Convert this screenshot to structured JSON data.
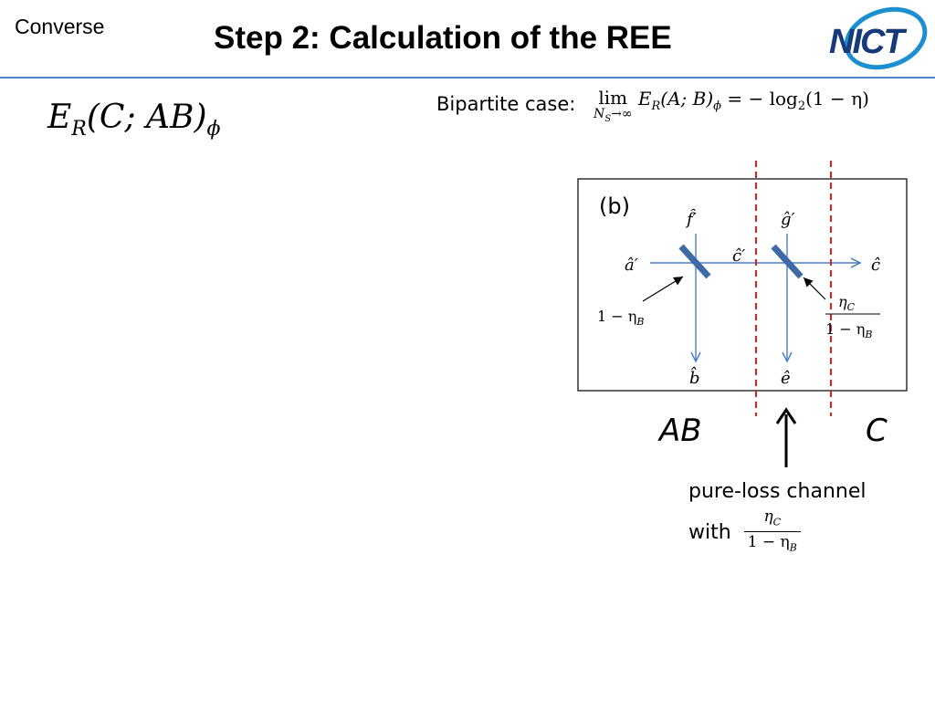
{
  "header": {
    "corner_label": "Converse",
    "title": "Step 2: Calculation of the REE",
    "logo_text": "NICT"
  },
  "main": {
    "lhs": {
      "E": "E",
      "sub": "R",
      "args": "(C; AB)",
      "state": "ϕ"
    },
    "bipartite": {
      "label": "Bipartite case:",
      "lim": "lim",
      "lim_sub": "N",
      "lim_sub2": "S",
      "lim_sub3": "→∞",
      "E": "E",
      "E_sub": "R",
      "args": "(A; B)",
      "state": "ϕ",
      "rhs": "= − log",
      "log_base": "2",
      "rhs_tail": "(1 − η)"
    }
  },
  "diagram": {
    "panel_label": "(b)",
    "modes": {
      "a_prime": "â′",
      "f_prime": "f̂′",
      "c_prime": "ĉ′",
      "g_prime": "ĝ′",
      "c": "ĉ",
      "b": "b̂",
      "e": "ê"
    },
    "bs1_label": "1 − η",
    "bs1_sub": "B",
    "bs2_num": "η",
    "bs2_num_sub": "C",
    "bs2_den": "1 − η",
    "bs2_den_sub": "B",
    "colors": {
      "beam": "#4a7fc4",
      "splitter": "#3f6aa6",
      "divider": "#e02020"
    }
  },
  "labels": {
    "ab": "AB",
    "c": "C",
    "channel_line1": "pure-loss channel",
    "channel_line2": "with",
    "frac_num": "η",
    "frac_num_sub": "C",
    "frac_den": "1 − η",
    "frac_den_sub": "B"
  }
}
